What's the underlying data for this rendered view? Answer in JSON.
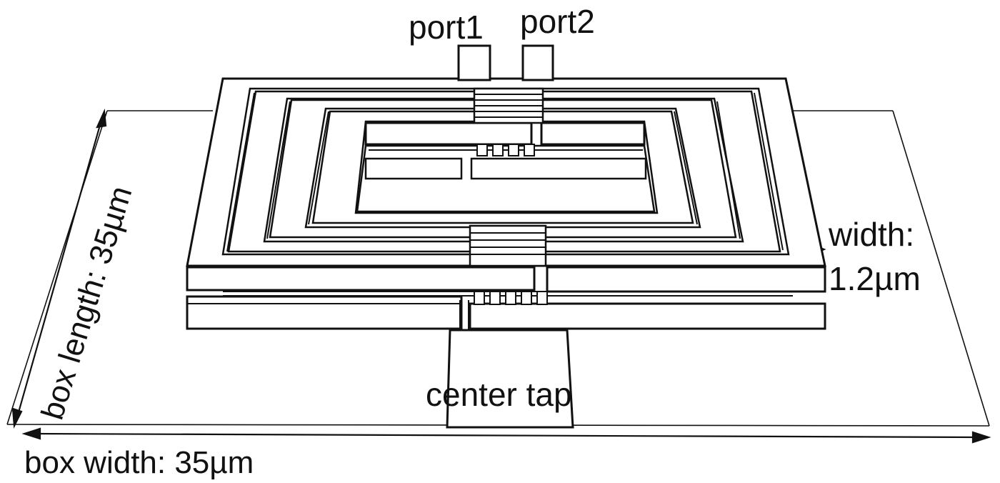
{
  "labels": {
    "port1": "port1",
    "port2": "port2",
    "width_line1": "width:",
    "width_line2": "1.2µm",
    "box_length": "box length: 35µm",
    "box_width": "box width: 35µm",
    "center_tap": "center tap"
  },
  "colors": {
    "stroke": "#111111",
    "fill": "#ffffff",
    "text": "#111111"
  }
}
